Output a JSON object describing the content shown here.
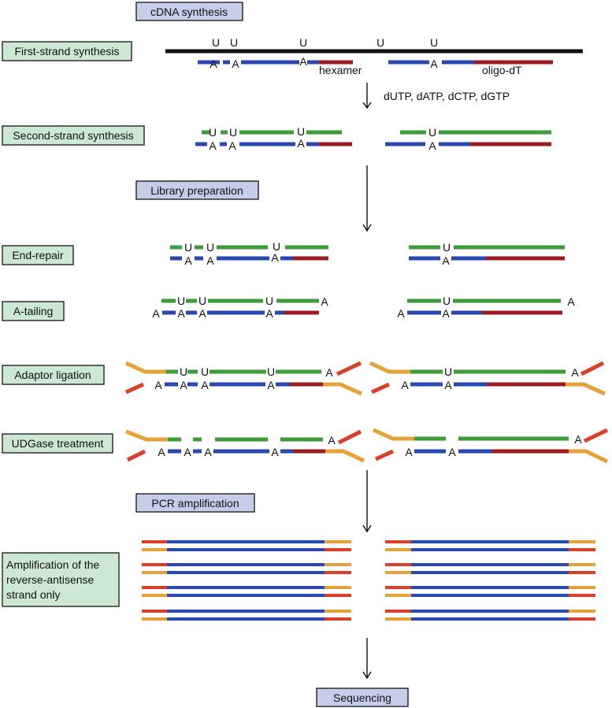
{
  "colors": {
    "rna": "#111111",
    "first_strand": "#2a49b0",
    "second_strand": "#3f9a3a",
    "primer": "#9b1c20",
    "adaptor_orange": "#e6a23a",
    "adaptor_red": "#d8402a",
    "step_box": "#cde8d2",
    "heading_box": "#c6cde8"
  },
  "headings": {
    "cdna": "cDNA synthesis",
    "library": "Library preparation",
    "pcr": "PCR amplification",
    "sequencing": "Sequencing"
  },
  "steps": {
    "first_strand": "First-strand synthesis",
    "second_strand": "Second-strand synthesis",
    "end_repair": "End-repair",
    "a_tailing": "A-tailing",
    "adaptor_ligation": "Adaptor ligation",
    "udgase": "UDGase treatment",
    "amplification_line1": "Amplification of the",
    "amplification_line2": "reverse-antisense",
    "amplification_line3": "strand only"
  },
  "annotations": {
    "hexamer": "hexamer",
    "oligo_dt": "oligo-dT",
    "nucleotides": "dUTP, dATP, dCTP, dGTP"
  },
  "nucleotides": {
    "uracil": "U",
    "adenine": "A"
  }
}
